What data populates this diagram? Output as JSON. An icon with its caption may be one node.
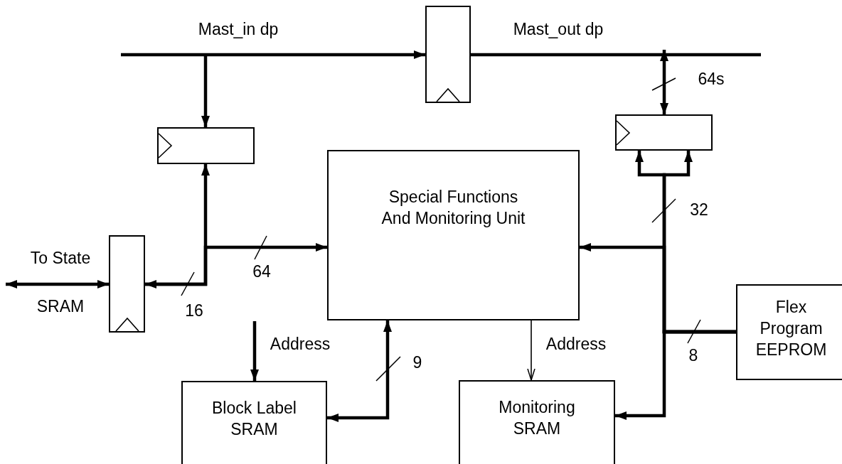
{
  "diagram": {
    "nodes": [
      {
        "text": [],
        "shape": "box"
      },
      {
        "text": [],
        "shape": "box"
      },
      {
        "text": [],
        "shape": "box"
      },
      {
        "text": [
          "Special Functions And Monitoring Unit"
        ]
      },
      {
        "text": [],
        "shape": "box"
      },
      {
        "text": [
          "Block Label SRAM"
        ]
      },
      {
        "text": [
          "Monitoring SRAM"
        ]
      },
      {
        "text": [
          "Flex Program EEPROM"
        ]
      }
    ],
    "edges": [
      {
        "from": null,
        "to": 0,
        "arrow": "to",
        "label": "Mast_in dp"
      },
      {
        "from": null,
        "to": 1,
        "arrow": "to"
      },
      {
        "from": 0,
        "to": null,
        "arrow": "none",
        "label": "Mast_out dp"
      },
      {
        "from": null,
        "to": 2,
        "arrow": "both",
        "label": "64s"
      },
      {
        "from": 4,
        "to": 1,
        "arrow": "both",
        "label": "16"
      },
      {
        "from": 4,
        "to": 3,
        "arrow": "to",
        "label": "64"
      },
      {
        "from": null,
        "to": 4,
        "arrow": "both"
      },
      {
        "from": null,
        "to": 5,
        "arrow": "to",
        "label": "Address"
      },
      {
        "from": 5,
        "to": 3,
        "arrow": "both",
        "label": "9"
      },
      {
        "from": 3,
        "to": 6,
        "arrow": "to",
        "label": "Address"
      },
      {
        "from": 7,
        "to": 3,
        "arrow": "to"
      },
      {
        "from": 7,
        "to": 2,
        "arrow": "to",
        "label": "32"
      },
      {
        "from": 7,
        "to": 2,
        "arrow": "to"
      },
      {
        "from": 7,
        "to": 6,
        "arrow": "to",
        "label": "8"
      }
    ],
    "labels": [
      "To State",
      "SRAM"
    ]
  }
}
